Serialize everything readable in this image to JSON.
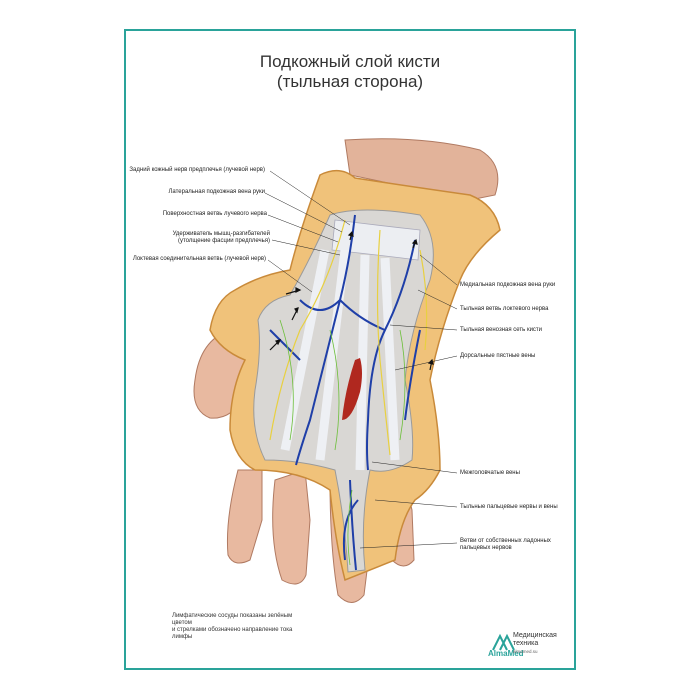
{
  "title": {
    "line1": "Подкожный слой кисти",
    "line2": "(тыльная сторона)"
  },
  "labels_left": [
    "Задний кожный нерв предплечья (лучевой нерв)",
    "Латеральная подкожная вена руки",
    "Поверхностная ветвь лучевого нерва",
    "Удерживатель мышц-разгибателей",
    "(утолщение фасции предплечья)",
    "Локтевая соединительная ветвь (лучевой нерв)"
  ],
  "labels_right": [
    "Медиальная подкожная вена руки",
    "Тыльная ветвь локтевого нерва",
    "Тыльная венозная сеть кисти",
    "Дорсальные пястные вены",
    "Межголовчатые вены",
    "Тыльные пальцевые нервы и вены",
    "Ветви от собственных ладонных",
    "пальцевых нервов"
  ],
  "footer_note": {
    "line1": "Лимфатические сосуды показаны зелёным цветом",
    "line2": "и стрелками обозначено направление тока лимфы"
  },
  "logo": {
    "brand": "AlmaMed",
    "line1": "Медицинская",
    "line2": "техника",
    "url": "almamed.su"
  },
  "colors": {
    "frame": "#2aa39a",
    "skin": "#e8b9a0",
    "fat": "#f0c27a",
    "vein": "#1f3fa8",
    "nerve": "#e8d040",
    "lymph": "#6cbf3a",
    "tendon": "#dfe3ea"
  }
}
